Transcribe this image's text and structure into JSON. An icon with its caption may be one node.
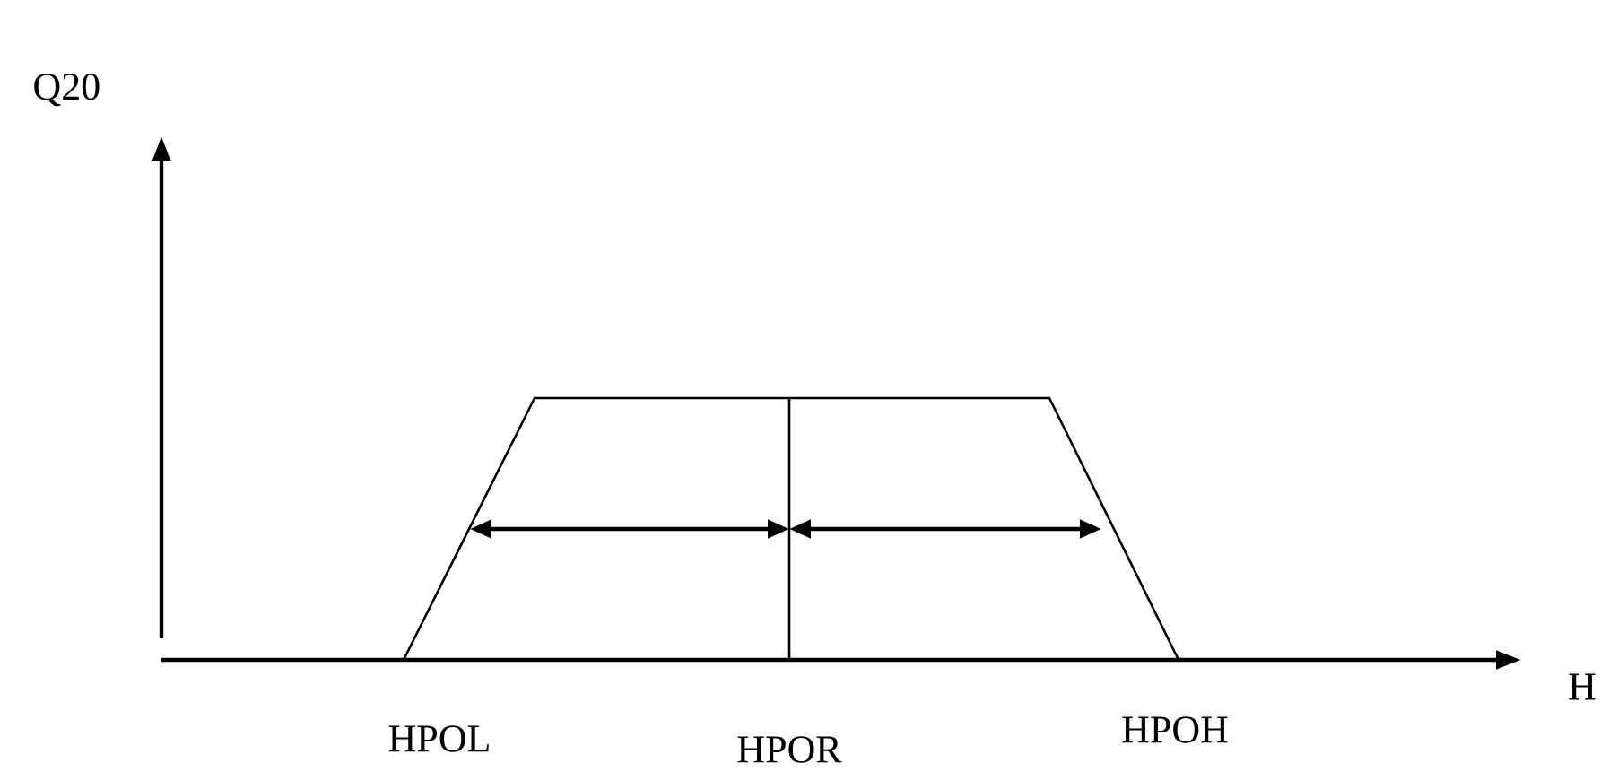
{
  "diagram": {
    "labels": [
      "Q20",
      "H",
      "HPOL",
      "HPOR",
      "HPOH"
    ]
  }
}
